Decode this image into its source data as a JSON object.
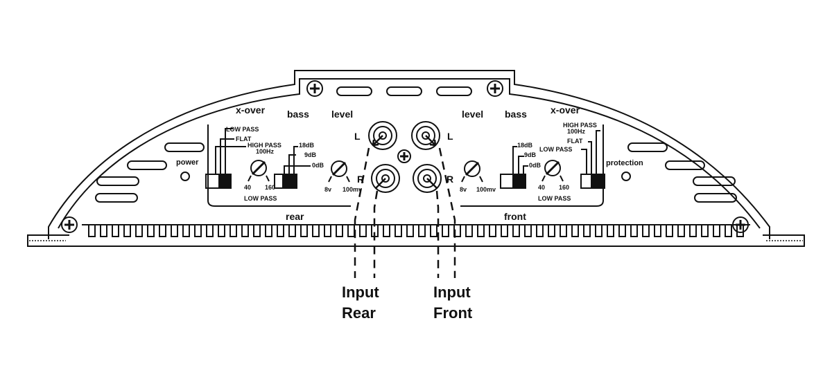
{
  "amplifier": {
    "rear": {
      "section_label": "rear",
      "xover_label": "x-over",
      "bass_label": "bass",
      "level_label": "level",
      "xover_switch": {
        "options": [
          "LOW PASS",
          "FLAT",
          "HIGH PASS"
        ],
        "high_pass_freq": "100Hz"
      },
      "bass_switch": {
        "options": [
          "18dB",
          "9dB",
          "0dB"
        ]
      },
      "freq_knob": {
        "min_label": "40",
        "max_label": "160",
        "caption": "LOW PASS"
      },
      "level_knob": {
        "min_label": "8v",
        "max_label": "100mv"
      }
    },
    "front": {
      "section_label": "front",
      "xover_label": "x-over",
      "bass_label": "bass",
      "level_label": "level",
      "xover_switch": {
        "options": [
          "HIGH PASS",
          "FLAT",
          "LOW PASS"
        ],
        "high_pass_freq": "100Hz"
      },
      "bass_switch": {
        "options": [
          "18dB",
          "9dB",
          "0dB"
        ]
      },
      "freq_knob": {
        "min_label": "40",
        "max_label": "160",
        "caption": "LOW PASS"
      },
      "level_knob": {
        "min_label": "8v",
        "max_label": "100mv"
      }
    },
    "power_label": "power",
    "protection_label": "protection",
    "rca_channel_labels": {
      "left": "L",
      "right": "R"
    },
    "callouts": {
      "input_rear": [
        "Input",
        "Rear"
      ],
      "input_front": [
        "Input",
        "Front"
      ]
    }
  }
}
